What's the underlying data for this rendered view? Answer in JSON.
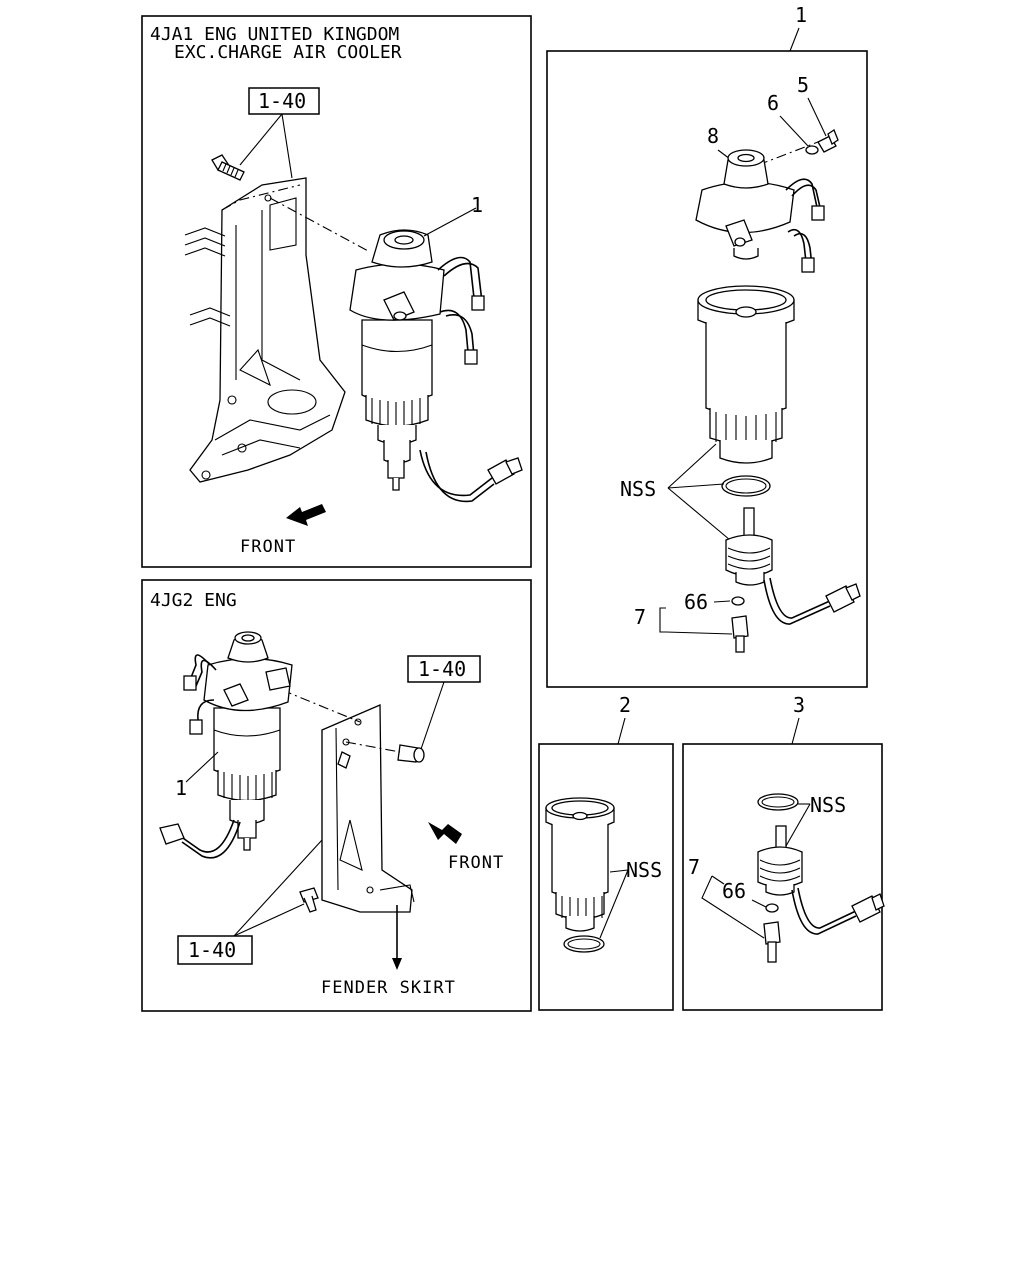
{
  "panels": {
    "top_left": {
      "title_line1": "4JA1 ENG UNITED KINGDOM",
      "title_line2": "EXC.CHARGE AIR COOLER",
      "ref_box": "1-40",
      "callout_1": "1",
      "direction_label": "FRONT"
    },
    "bottom_left": {
      "title": "4JG2 ENG",
      "ref_box_top": "1-40",
      "ref_box_bottom": "1-40",
      "callout_1": "1",
      "direction_label": "FRONT",
      "fender_label": "FENDER SKIRT"
    },
    "right_assembly": {
      "callout_assembly": "1",
      "callout_5": "5",
      "callout_6": "6",
      "callout_8": "8",
      "nss": "NSS",
      "callout_66": "66",
      "callout_7": "7"
    },
    "element_kit": {
      "callout": "2",
      "nss": "NSS"
    },
    "sensor_kit": {
      "callout": "3",
      "nss": "NSS",
      "callout_7": "7",
      "callout_66": "66"
    }
  }
}
